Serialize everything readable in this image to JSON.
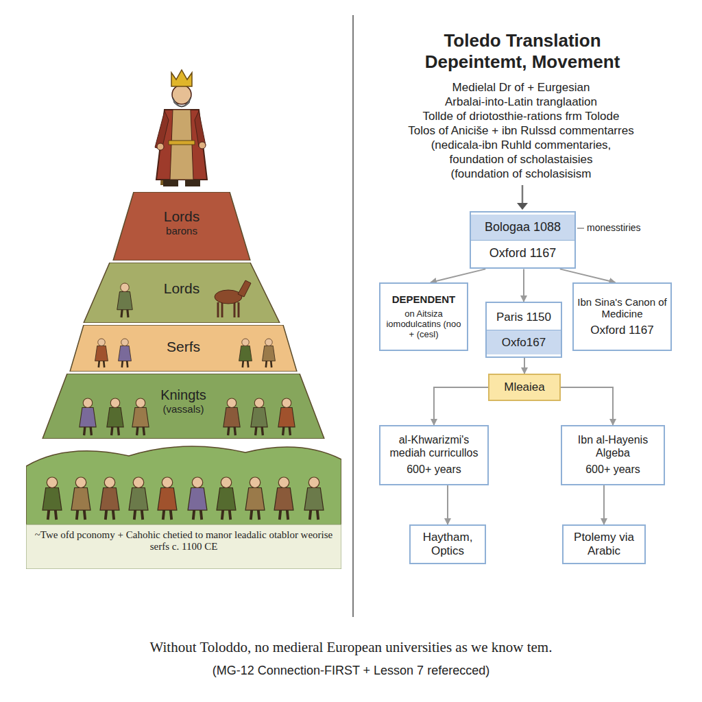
{
  "diagram": {
    "title": "Toledo Translation Depeintemt, Movement",
    "caption": "Without Toloddo, no medieral European universities as we know tem.",
    "nodes": [
      {
        "text": [
          "Lords",
          "barons"
        ]
      },
      {
        "text": [
          "Lords"
        ]
      },
      {
        "text": [
          "Serfs"
        ]
      },
      {
        "text": [
          "Kningts",
          "(vassals)"
        ]
      },
      {
        "text": [
          "~Twe ofd pconomy + Cahohic chetied to manor leadalic otablor weorise serfs c. 1100 CE"
        ]
      },
      {
        "text": [
          "Bologaa 1088",
          "Oxford 1167"
        ]
      },
      {
        "text": [
          "DEPENDENT",
          "on Aitsiza iomodulcatins (noo + (cesl)"
        ]
      },
      {
        "text": [
          "Paris 1150",
          "Oxfo167"
        ]
      },
      {
        "text": [
          "Ibn Sina's Canon of Medicine",
          "Oxford 1167"
        ]
      },
      {
        "text": [
          "Mleaiea"
        ]
      },
      {
        "text": [
          "al-Khwarizmi's mediah curricullos",
          "600+ years"
        ]
      },
      {
        "text": [
          "Ibn al-Hayenis Algeba",
          "600+ years"
        ]
      },
      {
        "text": [
          "Haytham, Optics"
        ]
      },
      {
        "text": [
          "Ptolemy via Arabic"
        ]
      }
    ],
    "edges": [
      {
        "from": 5,
        "to": 6,
        "arrow": "to"
      },
      {
        "from": 5,
        "to": 7,
        "arrow": "to"
      },
      {
        "from": 5,
        "to": 8,
        "arrow": "to"
      },
      {
        "from": 7,
        "to": 9,
        "arrow": "to"
      },
      {
        "from": 9,
        "to": 10,
        "arrow": "to"
      },
      {
        "from": 9,
        "to": 11,
        "arrow": "to"
      },
      {
        "from": 10,
        "to": 12,
        "arrow": "to"
      },
      {
        "from": 11,
        "to": 13,
        "arrow": "to"
      }
    ],
    "labels": [
      "Medielal Dr of + Eurgesian",
      "Arbalai-into-Latin tranglaation",
      "Tollde of driotosthie-rations frm Tolode",
      "Tolos of Aniciše + ibn Rulssd commentarres",
      "(nedicala-ibn Ruhld commentaries,",
      "foundation of scholastaisies",
      "(foundation of scholasisism",
      "monesstiries",
      "(MG-12 Connection-FIRST + Lesson 7 referecced)"
    ]
  }
}
